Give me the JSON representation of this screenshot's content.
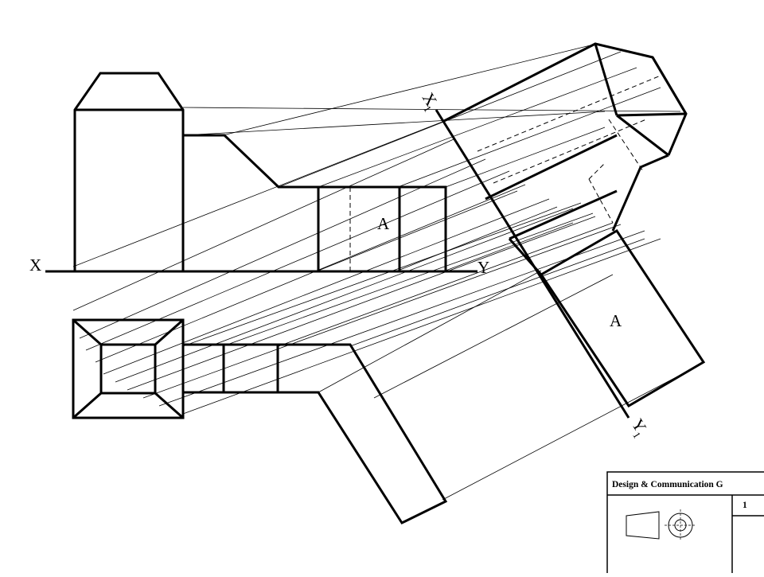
{
  "views": {
    "elevation": {
      "label_x": "X",
      "label_y": "Y",
      "face_label": "A"
    },
    "auxiliary": {
      "label_x": "X",
      "label_y": "Y",
      "subscript": "1",
      "face_label": "A"
    }
  },
  "title_block": {
    "title": "Design & Communication G",
    "sheet_no": "1"
  }
}
